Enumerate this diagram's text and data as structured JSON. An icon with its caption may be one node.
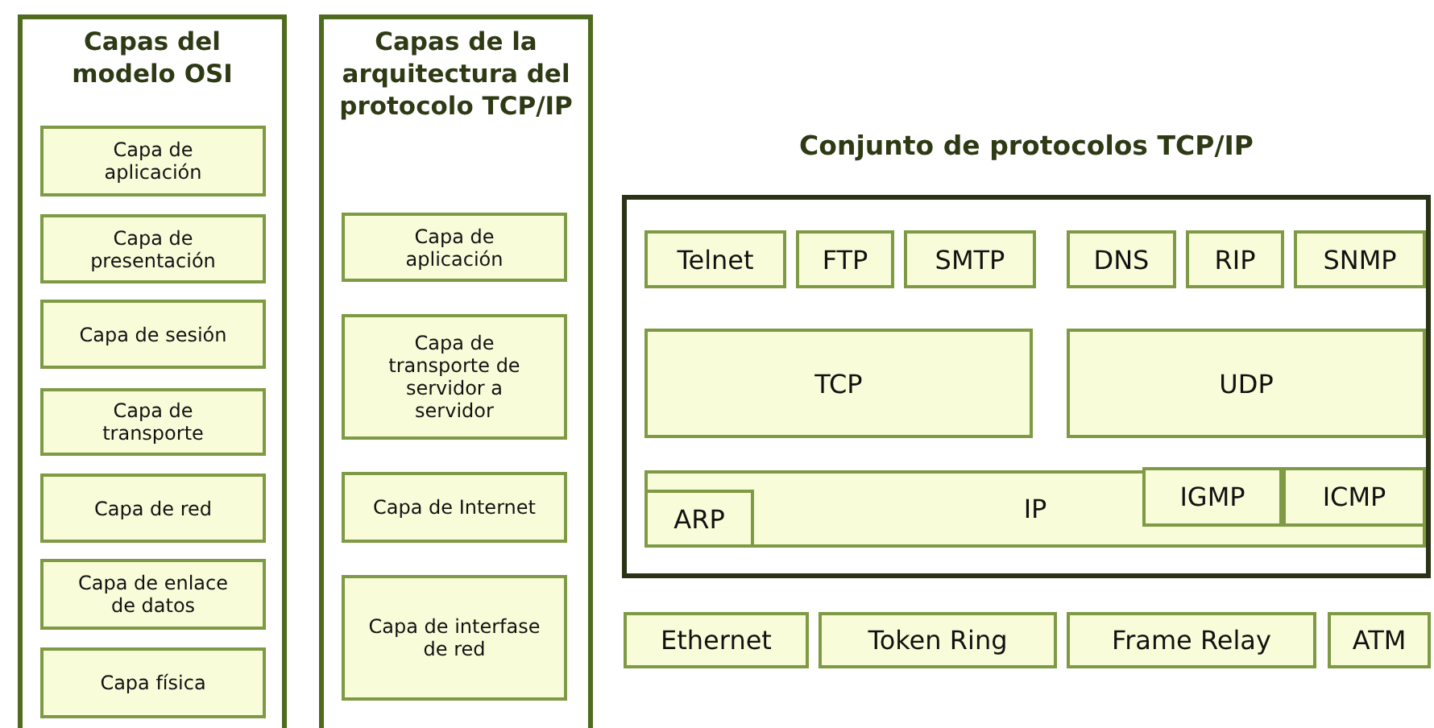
{
  "diagram": {
    "nodes": [
      {
        "text": [
          "Capas del modelo OSI"
        ]
      },
      {
        "text": [
          "Capa de aplicación"
        ],
        "in": 0
      },
      {
        "text": [
          "Capa de presentación"
        ],
        "in": 0
      },
      {
        "text": [
          "Capa de sesión"
        ],
        "in": 0
      },
      {
        "text": [
          "Capa de transporte"
        ],
        "in": 0
      },
      {
        "text": [
          "Capa de red"
        ],
        "in": 0
      },
      {
        "text": [
          "Capa de enlace de datos"
        ],
        "in": 0
      },
      {
        "text": [
          "Capa física"
        ],
        "in": 0
      },
      {
        "text": [
          "Capas de la arquitectura del protocolo TCP/IP"
        ]
      },
      {
        "text": [
          "Capa de aplicación"
        ],
        "in": 8
      },
      {
        "text": [
          "Capa de transporte de servidor a servidor"
        ],
        "in": 8
      },
      {
        "text": [
          "Capa de Internet"
        ],
        "in": 8
      },
      {
        "text": [
          "Capa de interfase de red"
        ],
        "in": 8
      },
      {
        "text": [
          "Conjunto de protocolos TCP/IP"
        ]
      },
      {
        "text": [
          "Telnet"
        ],
        "in": 13
      },
      {
        "text": [
          "FTP"
        ],
        "in": 13
      },
      {
        "text": [
          "SMTP"
        ],
        "in": 13
      },
      {
        "text": [
          "DNS"
        ],
        "in": 13
      },
      {
        "text": [
          "RIP"
        ],
        "in": 13
      },
      {
        "text": [
          "SNMP"
        ],
        "in": 13
      },
      {
        "text": [
          "TCP"
        ],
        "in": 13
      },
      {
        "text": [
          "UDP"
        ],
        "in": 13
      },
      {
        "text": [
          "IP"
        ],
        "in": 13
      },
      {
        "text": [
          "ARP"
        ],
        "in": 22
      },
      {
        "text": [
          "IGMP"
        ],
        "in": 22
      },
      {
        "text": [
          "ICMP"
        ],
        "in": 22
      },
      {
        "text": [
          "Ethernet"
        ]
      },
      {
        "text": [
          "Token Ring"
        ]
      },
      {
        "text": [
          "Frame Relay"
        ]
      },
      {
        "text": [
          "ATM"
        ]
      }
    ]
  }
}
